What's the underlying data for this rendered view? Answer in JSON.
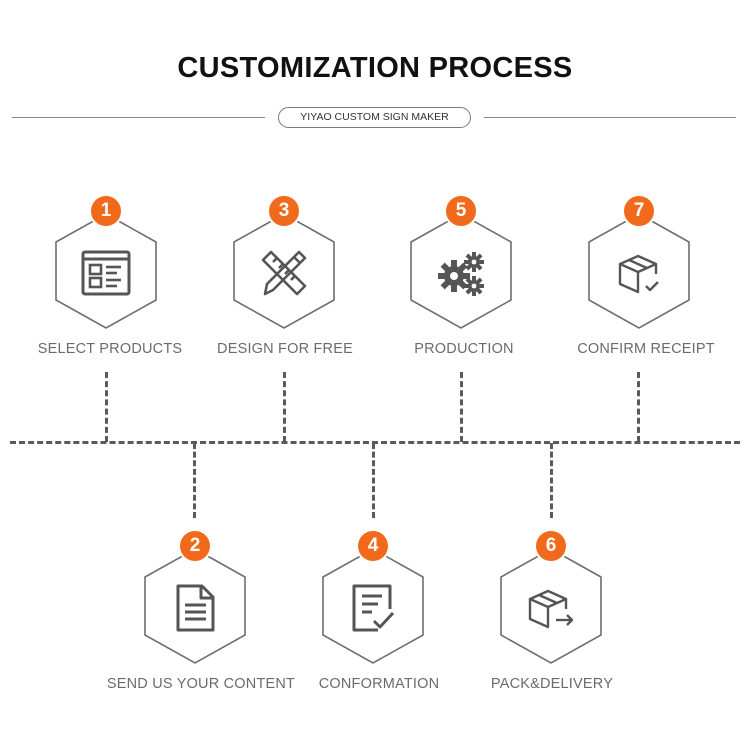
{
  "header": {
    "title": "CUSTOMIZATION PROCESS",
    "subtitle": "YIYAO CUSTOM SIGN MAKER"
  },
  "colors": {
    "accent": "#f16a1c",
    "hex_stroke": "#6e6e6e",
    "icon": "#555555",
    "label": "#6b6b6b",
    "timeline": "#5a5a5a"
  },
  "steps": [
    {
      "number": "1",
      "label": "SELECT PRODUCTS",
      "icon": "product-list-icon"
    },
    {
      "number": "2",
      "label": "SEND US YOUR CONTENT",
      "icon": "document-icon"
    },
    {
      "number": "3",
      "label": "DESIGN FOR FREE",
      "icon": "pencil-ruler-icon"
    },
    {
      "number": "4",
      "label": "CONFORMATION",
      "icon": "check-document-icon"
    },
    {
      "number": "5",
      "label": "PRODUCTION",
      "icon": "gears-icon"
    },
    {
      "number": "6",
      "label": "PACK&DELIVERY",
      "icon": "box-arrow-icon"
    },
    {
      "number": "7",
      "label": "CONFIRM RECEIPT",
      "icon": "box-check-icon"
    }
  ]
}
